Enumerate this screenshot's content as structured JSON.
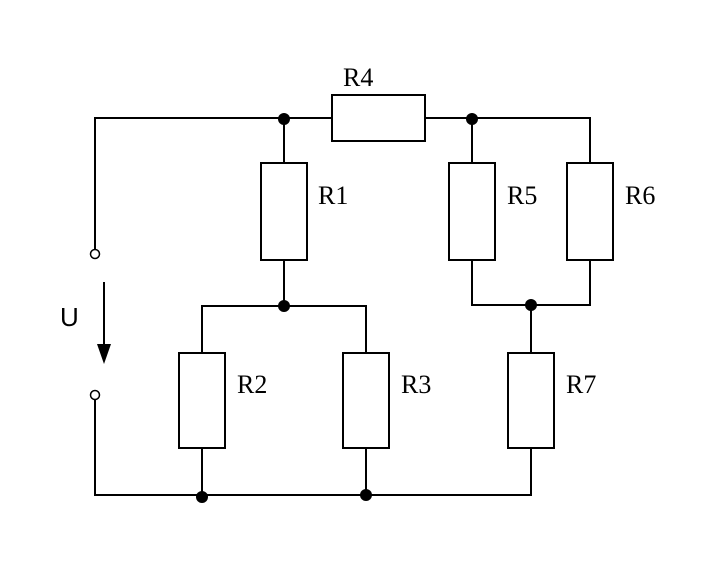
{
  "diagram": {
    "source_label": "U",
    "resistors": {
      "r1": "R1",
      "r2": "R2",
      "r3": "R3",
      "r4": "R4",
      "r5": "R5",
      "r6": "R6",
      "r7": "R7"
    },
    "colors": {
      "line": "#000000",
      "background": "#ffffff"
    }
  }
}
